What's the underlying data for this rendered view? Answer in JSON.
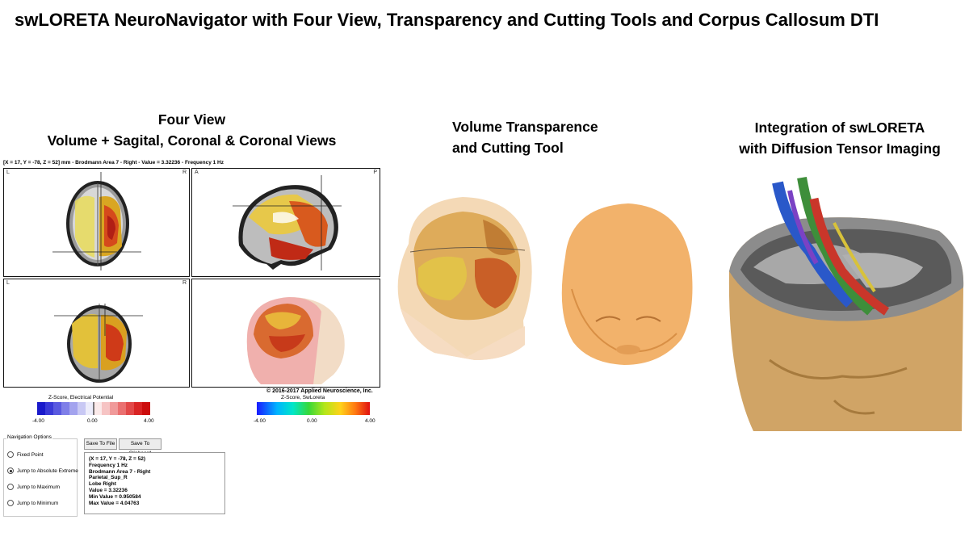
{
  "title": "swLORETA NeuroNavigator with Four View, Transparency and Cutting Tools and Corpus Callosum DTI",
  "four_view": {
    "heading_line1": "Four View",
    "heading_line2": "Volume + Sagital, Coronal & Coronal Views",
    "coord_line": "[X = 17, Y = -78, Z = 52] mm - Brodmann Area 7 - Right - Value = 3.32236 - Frequency 1 Hz",
    "pane_top_left": {
      "left": "L",
      "right": "R"
    },
    "pane_top_right": {
      "left": "A",
      "right": "P"
    },
    "pane_bottom_left": {
      "left": "L",
      "right": "R"
    },
    "copyright": "© 2016-2017 Applied Neuroscience, Inc."
  },
  "scale_electrical": {
    "title": "Z-Score, Electrical Potential",
    "min": "-4.00",
    "mid": "0.00",
    "max": "4.00"
  },
  "scale_swloreta": {
    "title": "Z-Score, SwLoreta",
    "min": "-4.00",
    "mid": "0.00",
    "max": "4.00"
  },
  "navigation": {
    "group_title": "Navigation Options",
    "options": [
      {
        "label": "Fixed Point",
        "checked": false
      },
      {
        "label": "Jump to Absolute Extreme",
        "checked": true
      },
      {
        "label": "Jump to Maximum",
        "checked": false
      },
      {
        "label": "Jump to Minimum",
        "checked": false
      }
    ],
    "save_file_label": "Save To File",
    "save_clipboard_label": "Save To Clipboard"
  },
  "info_box": {
    "lines": [
      "(X = 17, Y = -78, Z = 52)",
      "Frequency 1 Hz",
      "Brodmann Area 7 - Right",
      "Parietal_Sup_R",
      "Lobe  Right",
      "Value = 3.32236",
      "Min Value = 0.950584",
      "Max Value = 4.04763"
    ]
  },
  "transparence": {
    "heading_line1": "Volume Transparence",
    "heading_line2": "and Cutting Tool"
  },
  "dti": {
    "heading_line1": "Integration of swLORETA",
    "heading_line2": "with Diffusion Tensor Imaging"
  },
  "colors": {
    "skin": "#f3b66f",
    "activation_red": "#d2361a",
    "activation_yellow": "#e8c21a",
    "mri_gray": "#8c8c8c"
  }
}
